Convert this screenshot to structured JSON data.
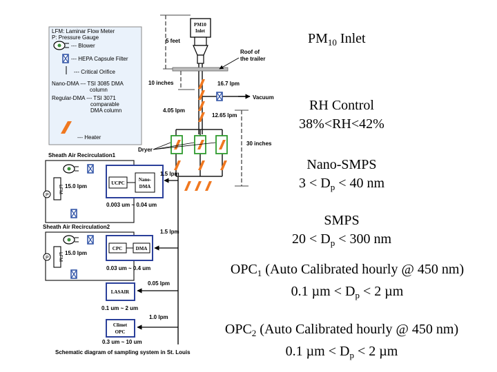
{
  "legend": {
    "lfm": "LFM: Laminar Flow Meter",
    "pressure": "P: Pressure Gauge",
    "blower": "--- Blower",
    "hepa": "--- HEPA Capsule Filter",
    "orifice": "--- Critical Orifice",
    "nano_dma_1": "Nano-DMA --- TSI 3085 DMA",
    "nano_dma_2": "column",
    "regular_dma_1": "Regular-DMA --- TSI 3071",
    "regular_dma_2": "comparable",
    "regular_dma_3": "DMA column",
    "heater": "--- Heater"
  },
  "schematic": {
    "pm10_line1": "PM10",
    "pm10_line2": "Inlet",
    "five_feet": "5 feet",
    "roof_line1": "Roof of",
    "roof_line2": "the trailer",
    "ten_inches": "10 inches",
    "flow_167": "16.7 lpm",
    "vacuum": "Vacuum",
    "flow_405": "4.05 lpm",
    "flow_1265": "12.65 lpm",
    "dryer": "Dryer",
    "thirty_inches": "30 inches",
    "sheath1": "Sheath Air Recirculation1",
    "sheath2": "Sheath Air Recirculation2",
    "lfm_label": "LFM",
    "p_label": "P",
    "flow_15a": "15.0 lpm",
    "flow_15b": "15.0 lpm",
    "ucpc": "UCPC",
    "nano_dma_box_1": "Nano-",
    "nano_dma_box_2": "DMA",
    "flow_15_lpm_1": "1.5 lpm",
    "range_nano": "0.003 um ~ 0.04 um",
    "flow_15_lpm_2": "1.5 lpm",
    "cpc": "CPC",
    "dma": "DMA",
    "range_smps": "0.03 um ~ 0.4 um",
    "flow_005": "0.05 lpm",
    "lasair": "LASAIR",
    "range_lasair": "0.1 um ~ 2 um",
    "flow_10": "1.0 lpm",
    "climet_1": "Climet",
    "climet_2": "OPC",
    "range_climet": "0.3 um ~ 10 um",
    "caption": "Schematic diagram of sampling system in St. Louis"
  },
  "panels": {
    "pm10": {
      "pre": "PM",
      "sub": "10",
      "post": " Inlet"
    },
    "rh": {
      "line1": "RH Control",
      "line2": "38%<RH<42%"
    },
    "nano": {
      "line1": "Nano-SMPS",
      "pre": "3 < D",
      "sub": "p",
      "post": " < 40 nm"
    },
    "smps": {
      "line1": "SMPS",
      "pre": "20 < D",
      "sub": "p",
      "post": " < 300 nm"
    },
    "opc1": {
      "pre": "OPC",
      "sub": "1",
      "post": " (Auto Calibrated hourly @ 450 nm)",
      "l2pre": "0.1 µm < D",
      "l2sub": "p",
      "l2post": " < 2 µm"
    },
    "opc2": {
      "pre": "OPC",
      "sub": "2",
      "post": " (Auto Calibrated hourly @ 450 nm)",
      "l2pre": "0.1 µm < D",
      "l2sub": "p",
      "l2post": " < 2 µm"
    }
  },
  "colors": {
    "heater": "#f07820",
    "dryer": "#2e9a2e",
    "instrument_box": "#2a3f9a",
    "hepa": "#3557a8",
    "legend_bg": "#eaf2fb"
  }
}
